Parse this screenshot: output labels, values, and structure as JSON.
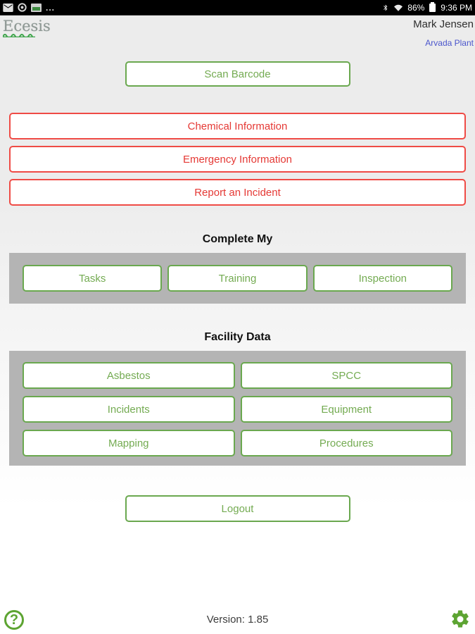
{
  "status_bar": {
    "time": "9:36 PM",
    "battery_percent": "86%",
    "overflow_indicator": "...",
    "left_icons": [
      "mail-icon",
      "circle-notification-icon",
      "screenshot-icon"
    ],
    "right_icons": [
      "bluetooth-icon",
      "wifi-icon",
      "battery-icon"
    ]
  },
  "header": {
    "logo": "Ecesis",
    "user_name": "Mark Jensen",
    "facility": "Arvada Plant"
  },
  "scan": {
    "label": "Scan Barcode"
  },
  "alert_buttons": [
    {
      "label": "Chemical Information"
    },
    {
      "label": "Emergency Information"
    },
    {
      "label": "Report an Incident"
    }
  ],
  "complete_my": {
    "title": "Complete My",
    "buttons": [
      {
        "label": "Tasks"
      },
      {
        "label": "Training"
      },
      {
        "label": "Inspection"
      }
    ]
  },
  "facility_data": {
    "title": "Facility Data",
    "buttons": [
      {
        "label": "Asbestos"
      },
      {
        "label": "SPCC"
      },
      {
        "label": "Incidents"
      },
      {
        "label": "Equipment"
      },
      {
        "label": "Mapping"
      },
      {
        "label": "Procedures"
      }
    ]
  },
  "logout": {
    "label": "Logout"
  },
  "footer": {
    "version": "Version: 1.85",
    "help_glyph": "?",
    "icons": [
      "help-icon",
      "settings-gear-icon"
    ]
  },
  "colors": {
    "green_border": "#6aa84f",
    "green_text": "#74ab52",
    "red": "#e53935",
    "link_blue": "#4a55cc",
    "band_gray": "#b4b4b4"
  }
}
